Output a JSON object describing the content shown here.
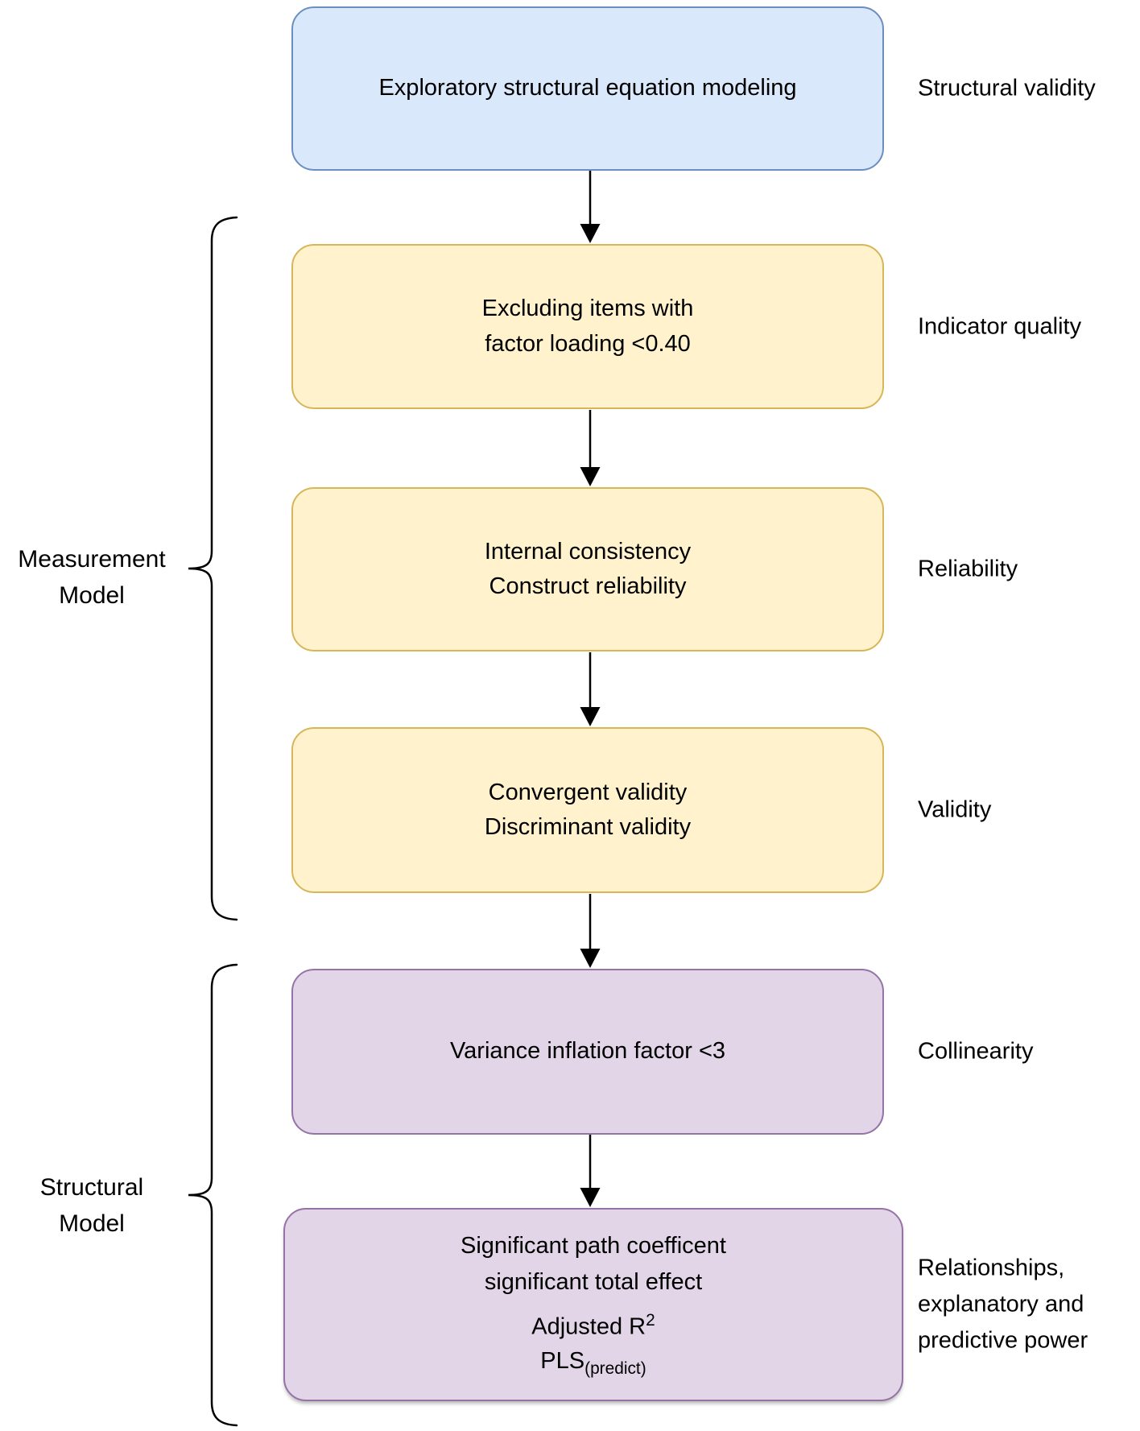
{
  "boxes": [
    {
      "text": "Exploratory structural equation modeling",
      "criterion": "Structural validity",
      "fill": "#dae8fc",
      "stroke": "#6c8ebf"
    },
    {
      "text": "Excluding items with\nfactor loading <0.40",
      "criterion": "Indicator quality",
      "fill": "#fff2cc",
      "stroke": "#d6b656"
    },
    {
      "text": "Internal consistency\nConstruct reliability",
      "criterion": "Reliability",
      "fill": "#fff2cc",
      "stroke": "#d6b656"
    },
    {
      "text": "Convergent validity\nDiscriminant validity",
      "criterion": "Validity",
      "fill": "#fff2cc",
      "stroke": "#d6b656"
    },
    {
      "text": "Variance inflation factor <3",
      "criterion": "Collinearity",
      "fill": "#e1d5e7",
      "stroke": "#9673a6"
    },
    {
      "text": "Significant path coefficent\nsignificant total effect",
      "adjusted_r": {
        "base": "Adjusted R",
        "sup": "2"
      },
      "pls": {
        "base": "PLS",
        "sub": "(predict)"
      },
      "criterion": "Relationships,\nexplanatory and\npredictive power",
      "fill": "#e1d5e7",
      "stroke": "#9673a6"
    }
  ],
  "groups": [
    {
      "label": "Measurement\nModel"
    },
    {
      "label": "Structural\nModel"
    }
  ],
  "colors": {
    "connector": "#000000",
    "text": "#000000",
    "background": "#ffffff"
  }
}
